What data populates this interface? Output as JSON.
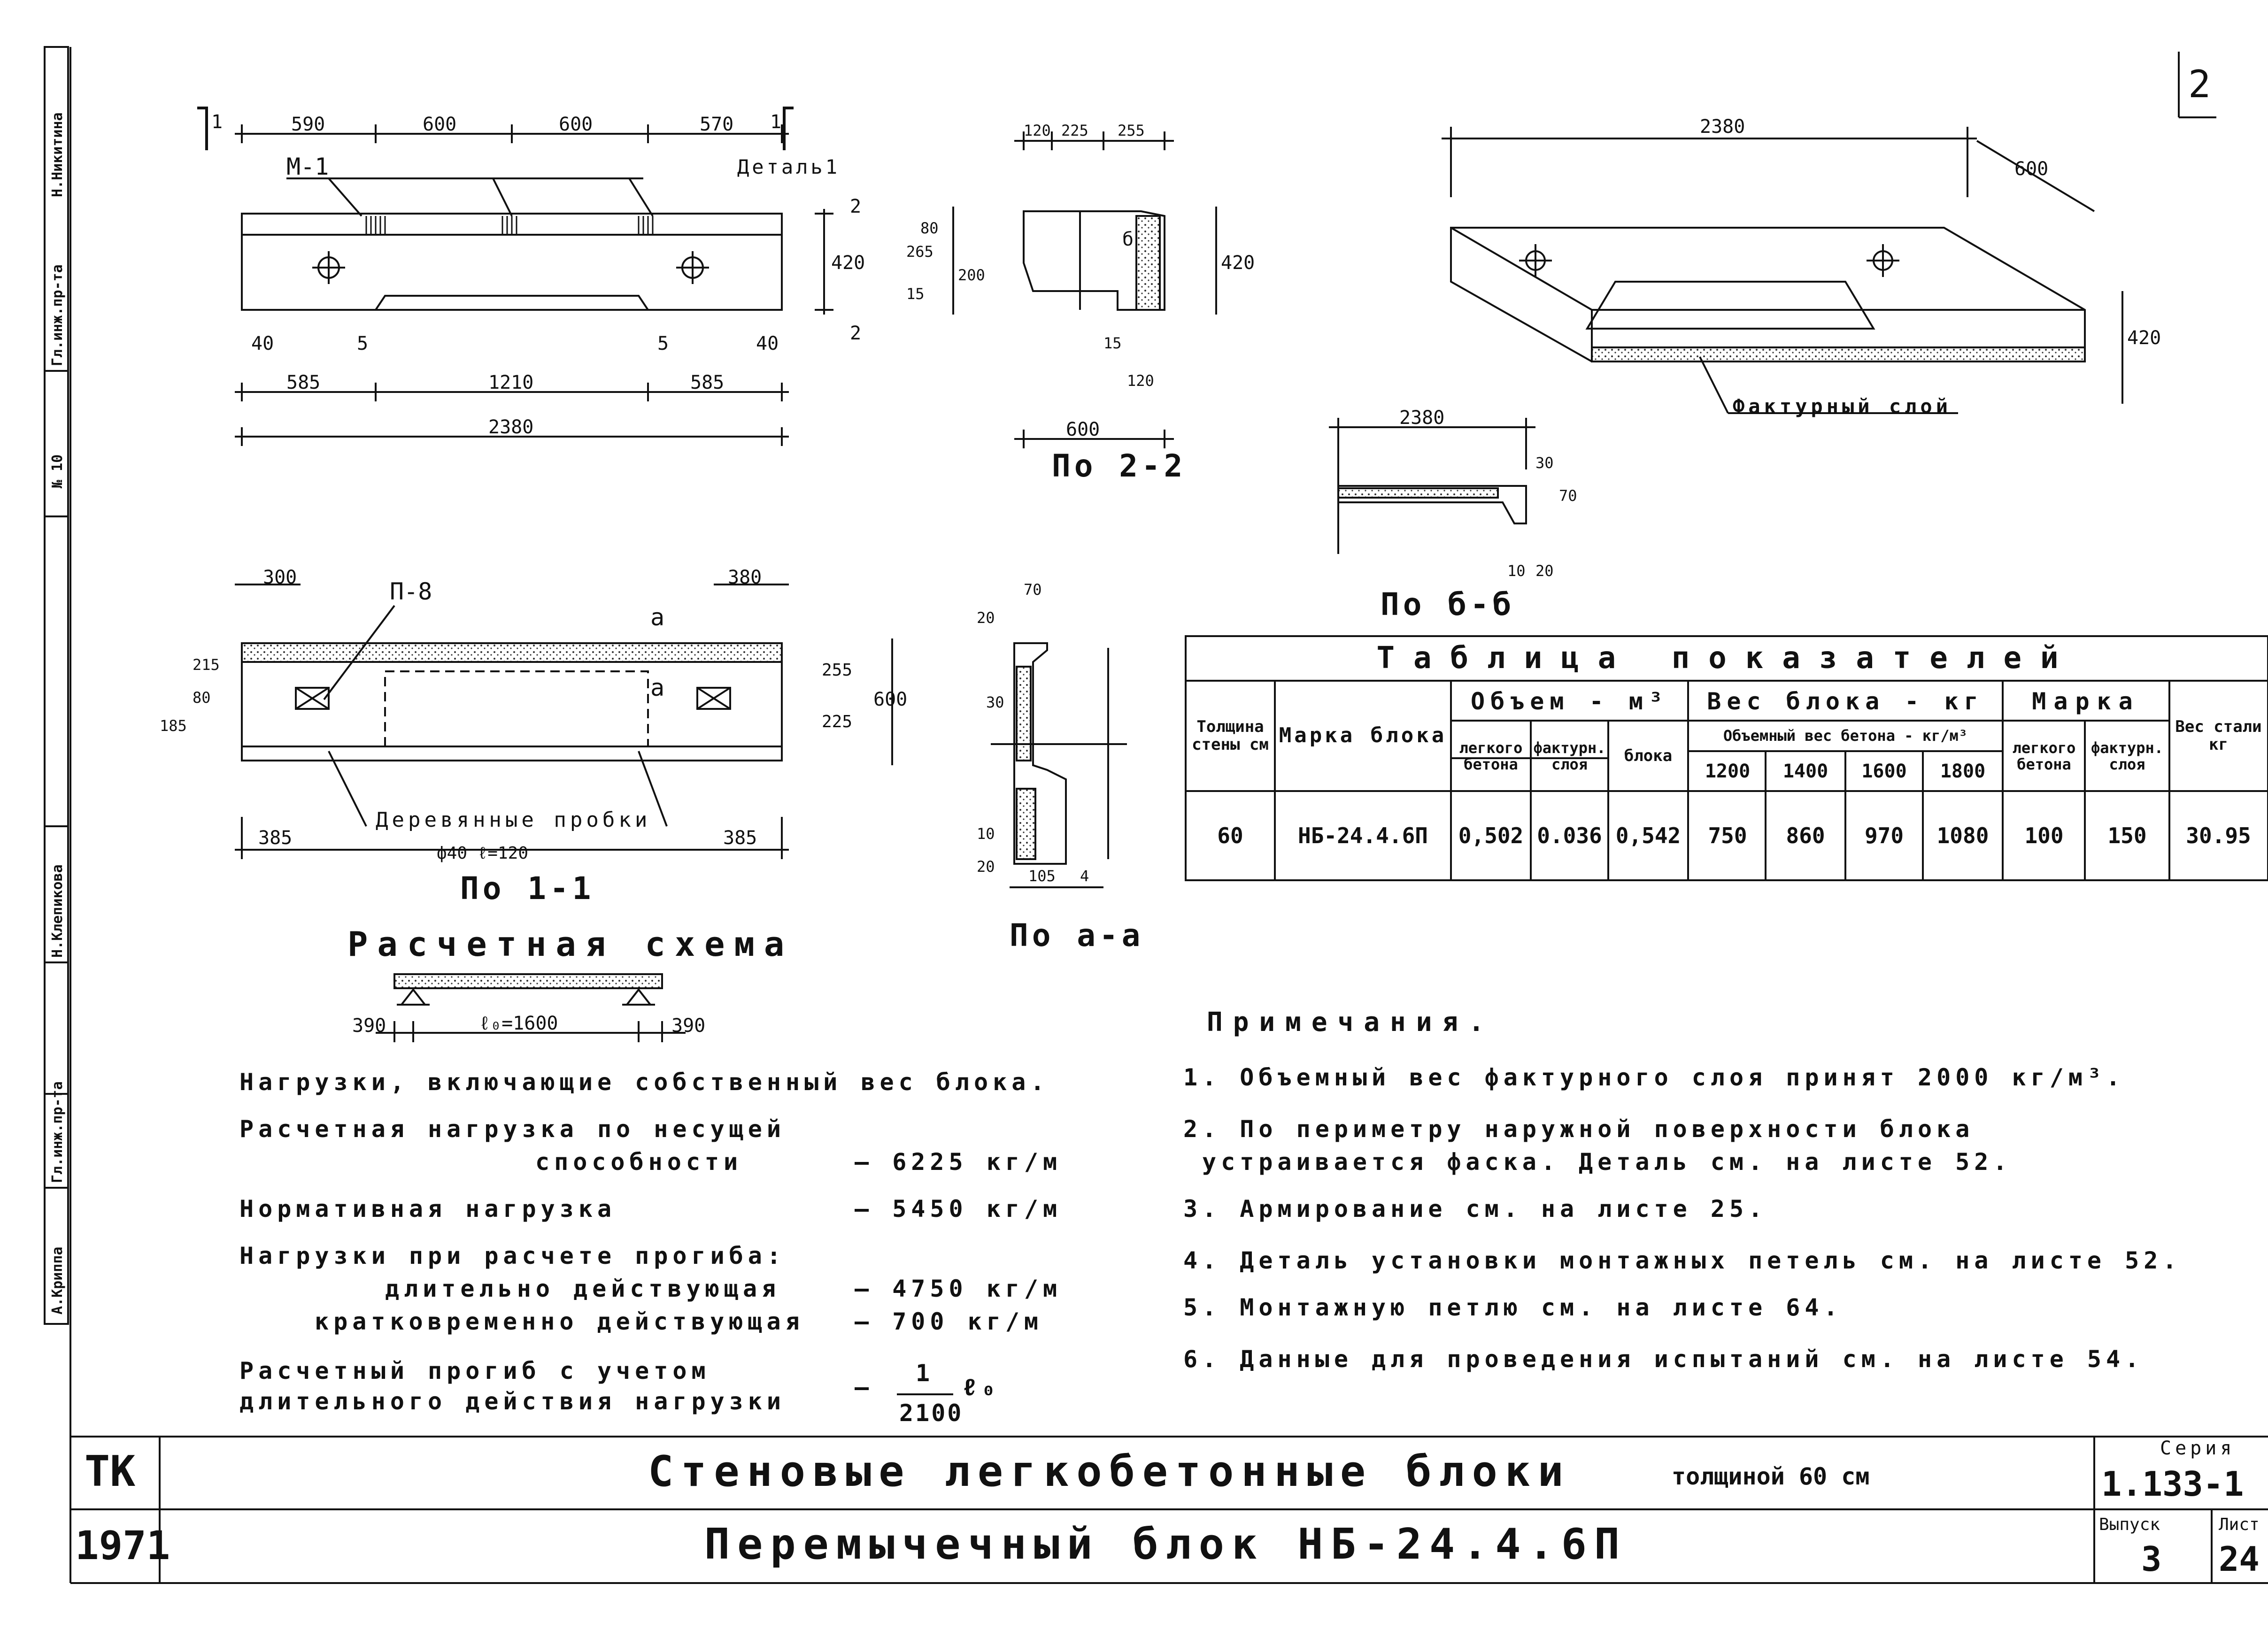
{
  "sheet_mark": "2",
  "side_stamp": {
    "names": [
      "Н.Никитина",
      "Гл.инж.пр-та",
      "№ 10",
      "Н.Клепикова",
      "Гл.инж.пр-та",
      "А.Криппа"
    ]
  },
  "view_main": {
    "section_marks": [
      "1",
      "1"
    ],
    "dims_top": [
      "590",
      "600",
      "600",
      "570"
    ],
    "label_m1": "М-1",
    "label_detail": "Деталь1",
    "dim_height": "420",
    "dims_small_right": [
      "2",
      "2"
    ],
    "dims_bottom": [
      "40",
      "5",
      "5",
      "40"
    ],
    "dims_bottom2": [
      "585",
      "1210",
      "585"
    ],
    "dim_total": "2380"
  },
  "view_22": {
    "dims_top": [
      "120",
      "225",
      "255"
    ],
    "dims_left": [
      "80",
      "265",
      "15",
      "200"
    ],
    "dim_right": "420",
    "mark_b": "б",
    "dims_bottom": [
      "15",
      "120"
    ],
    "dim_width": "600",
    "caption": "По 2-2"
  },
  "view_iso": {
    "dim_length": "2380",
    "dim_width": "600",
    "dim_height": "420",
    "label_layer": "Фактурный слой"
  },
  "view_bb": {
    "dim_length": "2380",
    "dims_right": [
      "30",
      "70"
    ],
    "dims_bottom": [
      "10",
      "20"
    ],
    "caption": "По б-б"
  },
  "view_11": {
    "dims_top": [
      "300",
      "380"
    ],
    "label_p8": "П-8",
    "mark_a": "а",
    "dims_left": [
      "185",
      "80",
      "215"
    ],
    "dims_right": [
      "255",
      "225"
    ],
    "dim_total_right": "600",
    "label_plugs": "Деревянные пробки",
    "label_plugs2": "ф40  ℓ=120",
    "dims_bottom": [
      "385",
      "385"
    ],
    "caption": "По 1-1"
  },
  "view_aa": {
    "dims": [
      "70",
      "20",
      "30",
      "10",
      "20",
      "105",
      "4"
    ],
    "caption": "По а-а"
  },
  "scheme": {
    "title": "Расчетная схема",
    "dims": [
      "390",
      "ℓ₀=1600",
      "390"
    ]
  },
  "loads": {
    "heading": "Нагрузки, включающие собственный вес блока.",
    "rows": [
      {
        "label": "Расчетная нагрузка по несущей",
        "label2": "способности",
        "value": "– 6225 кг/м"
      },
      {
        "label": "Нормативная нагрузка",
        "value": "– 5450 кг/м"
      },
      {
        "label": "Нагрузки при расчете прогиба:",
        "value": ""
      },
      {
        "label": "длительно действующая",
        "value": "– 4750 кг/м"
      },
      {
        "label": "кратковременно действующая",
        "value": "– 700 кг/м"
      },
      {
        "label": "Расчетный прогиб с учетом",
        "label2": "длительного действия нагрузки",
        "value_num": "1",
        "value_den": "2100",
        "value_suffix": "ℓ₀",
        "value_dash": "–"
      }
    ]
  },
  "table": {
    "title": "Таблица показателей",
    "headers": {
      "col1": "Толщина стены см",
      "col2": "Марка блока",
      "volume": "Объем - м³",
      "vol_sub": [
        "легкого бетона",
        "фактурн. слоя",
        "блока"
      ],
      "weight": "Вес блока - кг",
      "weight_sub": "Объемный вес бетона - кг/м³",
      "weight_cols": [
        "1200",
        "1400",
        "1600",
        "1800"
      ],
      "grade": "Марка",
      "grade_sub": [
        "легкого бетона",
        "фактурн. слоя"
      ],
      "steel": "Вес стали кг"
    },
    "row": [
      "60",
      "НБ-24.4.6П",
      "0,502",
      "0.036",
      "0,542",
      "750",
      "860",
      "970",
      "1080",
      "100",
      "150",
      "30.95"
    ]
  },
  "notes": {
    "heading": "Примечания.",
    "items": [
      "1. Объемный вес фактурного слоя принят 2000 кг/м³.",
      "2. По периметру наружной поверхности блока",
      "устраивается фаска. Деталь см. на листе 52.",
      "3. Армирование см. на листе 25.",
      "4. Деталь установки монтажных петель см. на листе 52.",
      "5. Монтажную петлю см. на листе 64.",
      "6. Данные для проведения испытаний см. на листе 54."
    ]
  },
  "title_block": {
    "org": "ТК",
    "year": "1971",
    "title1": "Стеновые легкобетонные блоки",
    "title1_suffix": "толщиной 60 см",
    "title2": "Перемычечный блок НБ-24.4.6П",
    "series_label": "Серия",
    "series": "1.133-1",
    "issue_label": "Выпуск",
    "issue": "3",
    "sheet_label": "Лист",
    "sheet": "24"
  }
}
